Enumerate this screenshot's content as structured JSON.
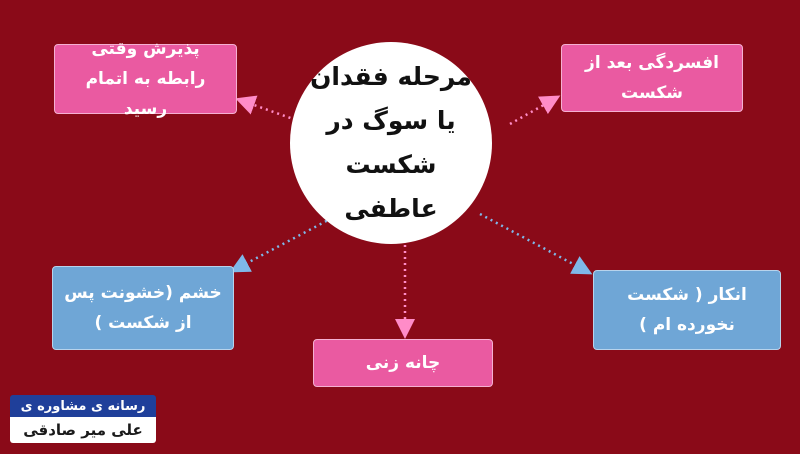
{
  "center": {
    "text": "مرحله فقدان یا سوگ در شکست عاطفی"
  },
  "stages": {
    "acceptance": {
      "text": "پذیرش وقتی رابطه به اتمام رسید"
    },
    "depression": {
      "text": "افسردگی بعد از شکست"
    },
    "anger": {
      "text": "خشم (خشونت پس از شکست )"
    },
    "denial": {
      "text": "انکار ( شکست نخورده ام )"
    },
    "bargaining": {
      "text": "چانه زنی"
    }
  },
  "colors": {
    "background": "#8a0a18",
    "pink": "#ea5aa1",
    "blue": "#6fa6d6",
    "pink_arrow": "#ff8cc8",
    "blue_arrow": "#7fb8e8"
  },
  "logo": {
    "line1": "رسانه ی مشاوره ی",
    "line2": "علی میر صادقی"
  }
}
